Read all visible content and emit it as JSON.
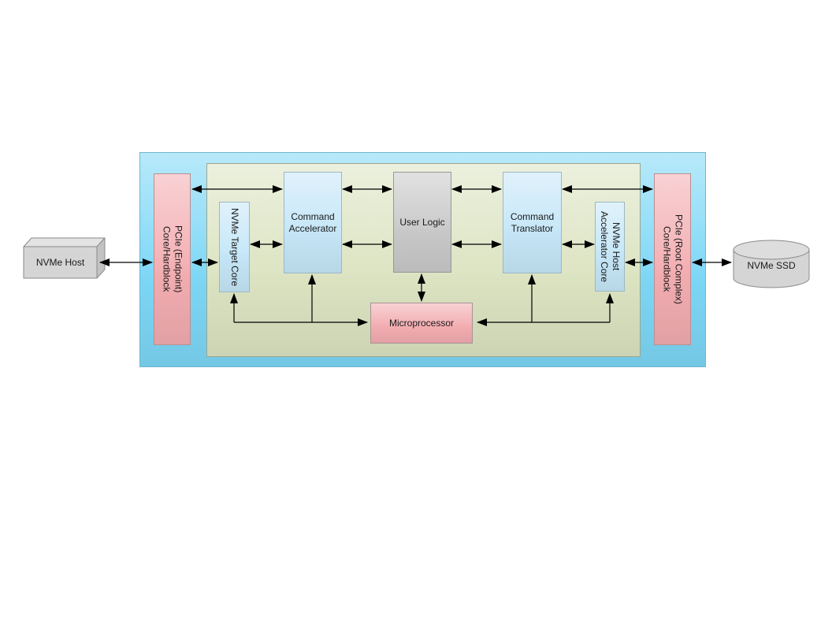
{
  "diagram": {
    "type": "block-diagram",
    "subject": "NVMe accelerator system architecture"
  },
  "blocks": {
    "nvme_host": {
      "label": "NVMe Host"
    },
    "pcie_endpoint": {
      "label": "PCIe (Endpoint)\nCore/Hardblock"
    },
    "nvme_target_core": {
      "label": "NVMe Target Core"
    },
    "command_accelerator": {
      "label": "Command\nAccelerator"
    },
    "user_logic": {
      "label": "User Logic"
    },
    "command_translator": {
      "label": "Command\nTranslator"
    },
    "nvme_host_accelerator_core": {
      "label": "NVMe Host\nAccelerator Core"
    },
    "pcie_root_complex": {
      "label": "PCIe (Root Complex)\nCore/Hardblock"
    },
    "microprocessor": {
      "label": "Microprocessor"
    },
    "nvme_ssd": {
      "label": "NVMe SSD"
    }
  },
  "connections": [
    {
      "from": "nvme_host",
      "to": "pcie_endpoint",
      "bidirectional": true
    },
    {
      "from": "pcie_endpoint",
      "to": "command_accelerator",
      "bidirectional": true
    },
    {
      "from": "command_accelerator",
      "to": "user_logic",
      "bidirectional": true,
      "row": "top"
    },
    {
      "from": "user_logic",
      "to": "command_translator",
      "bidirectional": true,
      "row": "top"
    },
    {
      "from": "command_translator",
      "to": "pcie_root_complex",
      "bidirectional": true
    },
    {
      "from": "nvme_target_core",
      "to": "command_accelerator",
      "bidirectional": true
    },
    {
      "from": "command_accelerator",
      "to": "user_logic",
      "bidirectional": true,
      "row": "middle"
    },
    {
      "from": "user_logic",
      "to": "command_translator",
      "bidirectional": true,
      "row": "middle"
    },
    {
      "from": "command_translator",
      "to": "nvme_host_accelerator_core",
      "bidirectional": true
    },
    {
      "from": "pcie_endpoint",
      "to": "nvme_target_core",
      "bidirectional": true
    },
    {
      "from": "nvme_host_accelerator_core",
      "to": "pcie_root_complex",
      "bidirectional": true
    },
    {
      "from": "pcie_root_complex",
      "to": "nvme_ssd",
      "bidirectional": true
    },
    {
      "from": "user_logic",
      "to": "microprocessor",
      "bidirectional": true
    },
    {
      "from": "microprocessor_bus_left",
      "to": "nvme_target_core",
      "bidirectional": false
    },
    {
      "from": "microprocessor_bus_left",
      "to": "command_accelerator",
      "bidirectional": false
    },
    {
      "from": "bus_left",
      "to": "microprocessor",
      "bidirectional": false
    },
    {
      "from": "microprocessor_bus_right",
      "to": "command_translator",
      "bidirectional": false
    },
    {
      "from": "microprocessor_bus_right",
      "to": "nvme_host_accelerator_core",
      "bidirectional": false
    },
    {
      "from": "bus_right",
      "to": "microprocessor",
      "bidirectional": false
    }
  ],
  "colors": {
    "outer_box_fill": "#7dd7f6",
    "inner_box_fill": "#dce4c2",
    "pcie_fill": "#f3adb1",
    "core_fill": "#c6e7f8",
    "user_logic_fill": "#c9c9c9",
    "micro_fill": "#f3adb1",
    "device_fill": "#d5d5d5",
    "line_color": "#000000"
  }
}
